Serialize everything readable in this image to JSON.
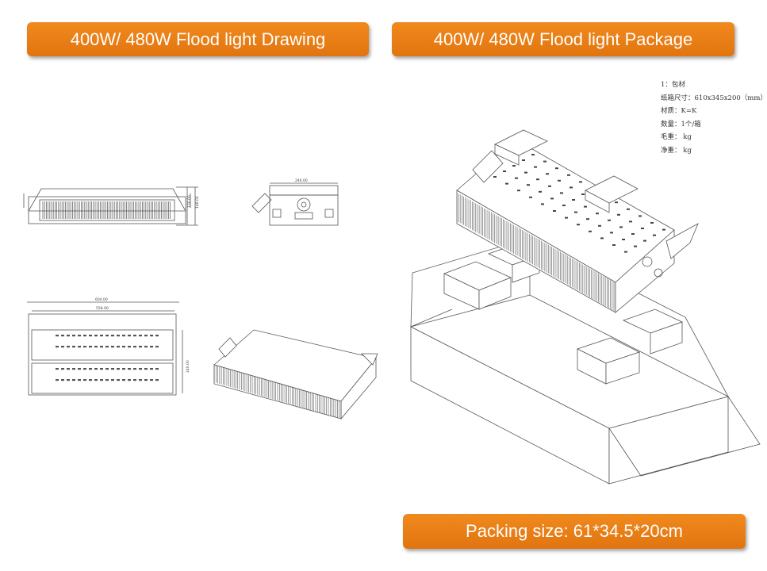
{
  "banners": {
    "drawing_title": "400W/ 480W Flood light Drawing",
    "package_title": "400W/ 480W Flood light Package",
    "packing_size": "Packing size:  61*34.5*20cm"
  },
  "package_notes": [
    "1：包材",
    "纸箱尺寸：610x345x200（mm）",
    "材质：K=K",
    "数量：1个/箱",
    "毛重：      kg",
    "净重：      kg"
  ],
  "dimensions": {
    "side_height_a": "130.00",
    "side_height_b": "146.00",
    "end_width": "246.00",
    "top_overall": "604.00",
    "top_inner": "558.00",
    "top_height": "240.00"
  }
}
